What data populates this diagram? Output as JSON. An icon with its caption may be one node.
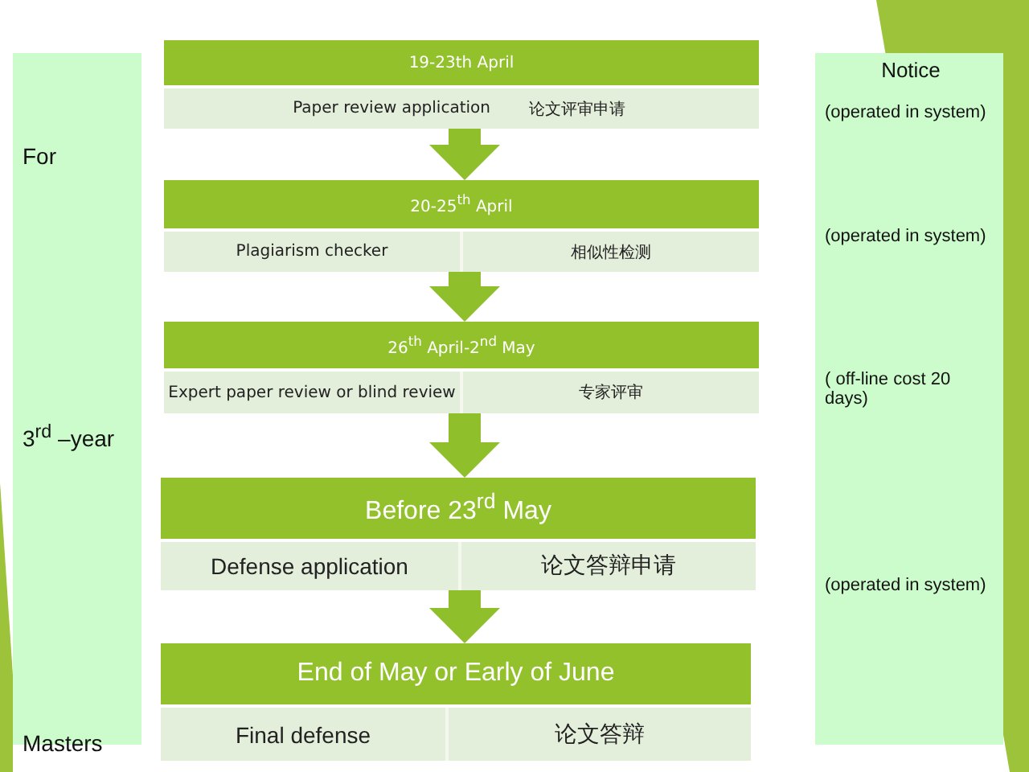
{
  "diagram": {
    "nodes": [
      {
        "text": [
          "For",
          "3$^{rd}$ –year",
          "Masters"
        ]
      },
      {
        "text": [
          "19-23th April",
          "Paper review application",
          "论文评审申请"
        ]
      },
      {
        "text": [
          "20-25$^{th}$ April",
          "Plagiarism checker",
          "相似性检测"
        ]
      },
      {
        "text": [
          "26$^{th}$ April-2$^{nd}$ May",
          "Expert paper review or blind review",
          "专家评审"
        ]
      },
      {
        "text": [
          "Before 23$^{rd}$ May",
          "Defense application",
          "论文答辩申请"
        ]
      },
      {
        "text": [
          "End of May or Early of June",
          "Final defense",
          "论文答辩"
        ]
      },
      {
        "text": [
          "Notice",
          "(operated in system)",
          "(operated in system)",
          "( off-line cost 20 days)",
          "(operated in system)"
        ]
      }
    ],
    "edges": [
      {
        "from": 1,
        "to": 2,
        "arrow": "to"
      },
      {
        "from": 2,
        "to": 3,
        "arrow": "to"
      },
      {
        "from": 3,
        "to": 4,
        "arrow": "to"
      },
      {
        "from": 4,
        "to": 5,
        "arrow": "to"
      }
    ]
  }
}
